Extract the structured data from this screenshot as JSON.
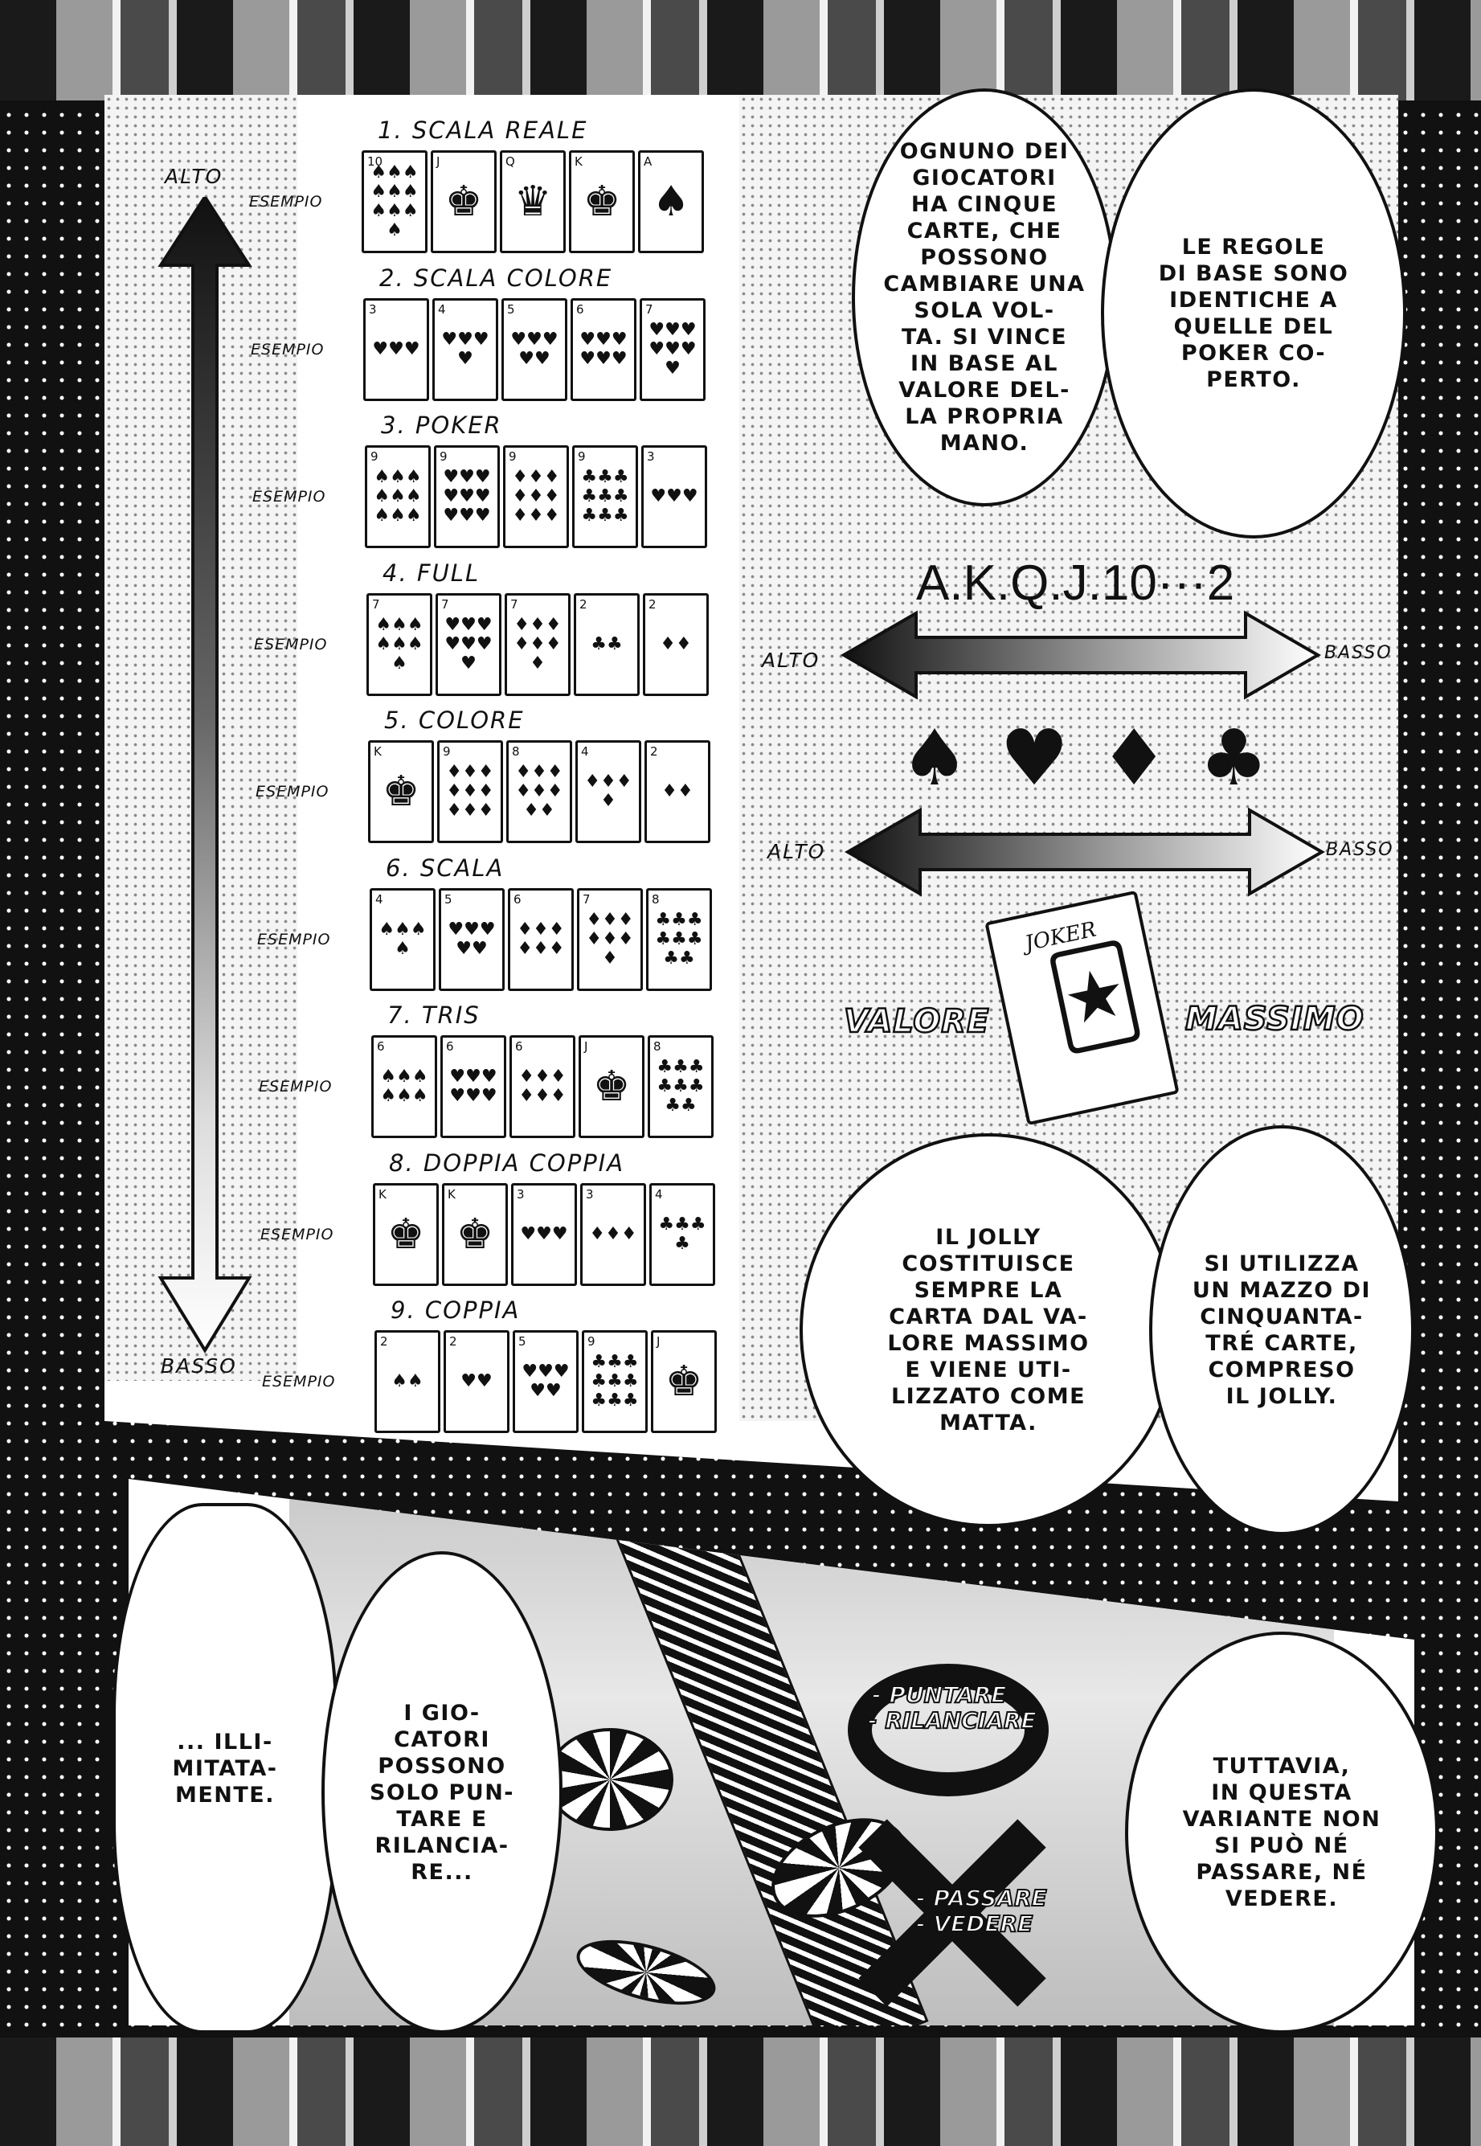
{
  "ranking": {
    "alto": "ALTO",
    "basso": "BASSO",
    "esempio": "ESEMPIO",
    "hands": [
      {
        "title": "1. SCALA REALE",
        "cards": [
          {
            "rank": "10",
            "pip": "♠♠♠♠♠♠♠♠♠♠",
            "face": false
          },
          {
            "rank": "J",
            "pip": "♚",
            "face": true
          },
          {
            "rank": "Q",
            "pip": "♛",
            "face": true
          },
          {
            "rank": "K",
            "pip": "♚",
            "face": true
          },
          {
            "rank": "A",
            "pip": "♠",
            "face": true
          }
        ]
      },
      {
        "title": "2. SCALA COLORE",
        "cards": [
          {
            "rank": "3",
            "pip": "♥♥♥",
            "face": false
          },
          {
            "rank": "4",
            "pip": "♥♥♥♥",
            "face": false
          },
          {
            "rank": "5",
            "pip": "♥♥♥♥♥",
            "face": false
          },
          {
            "rank": "6",
            "pip": "♥♥♥♥♥♥",
            "face": false
          },
          {
            "rank": "7",
            "pip": "♥♥♥♥♥♥♥",
            "face": false
          }
        ]
      },
      {
        "title": "3. POKER",
        "cards": [
          {
            "rank": "9",
            "pip": "♠♠♠♠♠♠♠♠♠",
            "face": false
          },
          {
            "rank": "9",
            "pip": "♥♥♥♥♥♥♥♥♥",
            "face": false
          },
          {
            "rank": "9",
            "pip": "♦♦♦♦♦♦♦♦♦",
            "face": false
          },
          {
            "rank": "9",
            "pip": "♣♣♣♣♣♣♣♣♣",
            "face": false
          },
          {
            "rank": "3",
            "pip": "♥♥♥",
            "face": false
          }
        ]
      },
      {
        "title": "4. FULL",
        "cards": [
          {
            "rank": "7",
            "pip": "♠♠♠♠♠♠♠",
            "face": false
          },
          {
            "rank": "7",
            "pip": "♥♥♥♥♥♥♥",
            "face": false
          },
          {
            "rank": "7",
            "pip": "♦♦♦♦♦♦♦",
            "face": false
          },
          {
            "rank": "2",
            "pip": "♣♣",
            "face": false
          },
          {
            "rank": "2",
            "pip": "♦♦",
            "face": false
          }
        ]
      },
      {
        "title": "5. COLORE",
        "cards": [
          {
            "rank": "K",
            "pip": "♚",
            "face": true
          },
          {
            "rank": "9",
            "pip": "♦♦♦♦♦♦♦♦♦",
            "face": false
          },
          {
            "rank": "8",
            "pip": "♦♦♦♦♦♦♦♦",
            "face": false
          },
          {
            "rank": "4",
            "pip": "♦♦♦♦",
            "face": false
          },
          {
            "rank": "2",
            "pip": "♦♦",
            "face": false
          }
        ]
      },
      {
        "title": "6. SCALA",
        "cards": [
          {
            "rank": "4",
            "pip": "♠♠♠♠",
            "face": false
          },
          {
            "rank": "5",
            "pip": "♥♥♥♥♥",
            "face": false
          },
          {
            "rank": "6",
            "pip": "♦♦♦♦♦♦",
            "face": false
          },
          {
            "rank": "7",
            "pip": "♦♦♦♦♦♦♦",
            "face": false
          },
          {
            "rank": "8",
            "pip": "♣♣♣♣♣♣♣♣",
            "face": false
          }
        ]
      },
      {
        "title": "7. TRIS",
        "cards": [
          {
            "rank": "6",
            "pip": "♠♠♠♠♠♠",
            "face": false
          },
          {
            "rank": "6",
            "pip": "♥♥♥♥♥♥",
            "face": false
          },
          {
            "rank": "6",
            "pip": "♦♦♦♦♦♦",
            "face": false
          },
          {
            "rank": "J",
            "pip": "♚",
            "face": true
          },
          {
            "rank": "8",
            "pip": "♣♣♣♣♣♣♣♣",
            "face": false
          }
        ]
      },
      {
        "title": "8. DOPPIA COPPIA",
        "cards": [
          {
            "rank": "K",
            "pip": "♚",
            "face": true
          },
          {
            "rank": "K",
            "pip": "♚",
            "face": true
          },
          {
            "rank": "3",
            "pip": "♥♥♥",
            "face": false
          },
          {
            "rank": "3",
            "pip": "♦♦♦",
            "face": false
          },
          {
            "rank": "4",
            "pip": "♣♣♣♣",
            "face": false
          }
        ]
      },
      {
        "title": "9. COPPIA",
        "cards": [
          {
            "rank": "2",
            "pip": "♠♠",
            "face": false
          },
          {
            "rank": "2",
            "pip": "♥♥",
            "face": false
          },
          {
            "rank": "5",
            "pip": "♥♥♥♥♥",
            "face": false
          },
          {
            "rank": "9",
            "pip": "♣♣♣♣♣♣♣♣♣",
            "face": false
          },
          {
            "rank": "J",
            "pip": "♚",
            "face": true
          }
        ]
      }
    ]
  },
  "bubbles": {
    "ognuno": "OGNUNO DEI\nGIOCATORI\nHA CINQUE\nCARTE, CHE\nPOSSONO\nCAMBIARE UNA\nSOLA VOL-\nTA. SI VINCE\nIN BASE AL\nVALORE DEL-\nLA PROPRIA\nMANO.",
    "regole": "LE REGOLE\nDI BASE SONO\nIDENTICHE A\nQUELLE DEL\nPOKER CO-\nPERTO.",
    "jolly": "IL JOLLY\nCOSTITUISCE\nSEMPRE LA\nCARTA DAL VA-\nLORE MASSIMO\nE VIENE UTI-\nLIZZATO COME\nMATTA.",
    "mazzo": "SI UTILIZZA\nUN MAZZO DI\nCINQUANTA-\nTRÉ CARTE,\nCOMPRESO\nIL JOLLY.",
    "illimitatamente": "... ILLI-\nMITATA-\nMENTE.",
    "giocatori": "I GIO-\nCATORI\nPOSSONO\nSOLO PUN-\nTARE E\nRILANCIA-\nRE...",
    "tuttavia": "TUTTAVIA,\nIN QUESTA\nVARIANTE NON\nSI PUÒ NÉ\nPASSARE, NÉ\nVEDERE."
  },
  "order": {
    "ranks": "A.K.Q.J.10···2",
    "alto1": "ALTO",
    "basso1": "BASSO",
    "suits": [
      "♠",
      "♥",
      "♦",
      "♣"
    ],
    "alto2": "ALTO",
    "basso2": "BASSO",
    "valore": "VALORE",
    "massimo": "MASSIMO",
    "joker_label": "JOKER",
    "joker_icon": "🃏"
  },
  "actions": {
    "allowed": [
      "- PUNTARE",
      "- RILANCIARE"
    ],
    "forbidden": [
      "- PASSARE",
      "- VEDERE"
    ]
  }
}
